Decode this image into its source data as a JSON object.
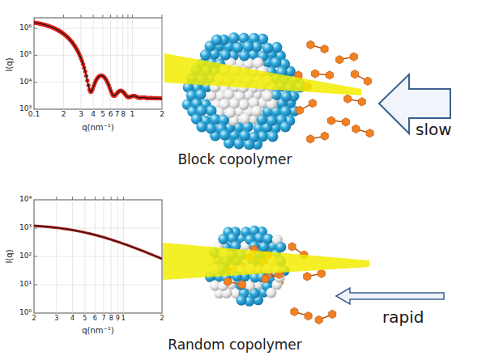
{
  "diagram": {
    "labels": [
      "10⁶",
      "10⁵",
      "10⁴",
      "10³",
      "0.1",
      "2",
      "3",
      "4",
      "5",
      "6",
      "7",
      "8",
      "1",
      "2",
      "I(q)",
      "q(nm⁻¹)",
      "slow",
      "Block copolymer",
      "10⁴",
      "10³",
      "10²",
      "10¹",
      "10⁰",
      "2",
      "3",
      "4",
      "5",
      "6",
      "7",
      "8",
      "9",
      "1",
      "2",
      "I(q)",
      "q(nm⁻¹)",
      "rapid",
      "Random copolymer"
    ]
  }
}
